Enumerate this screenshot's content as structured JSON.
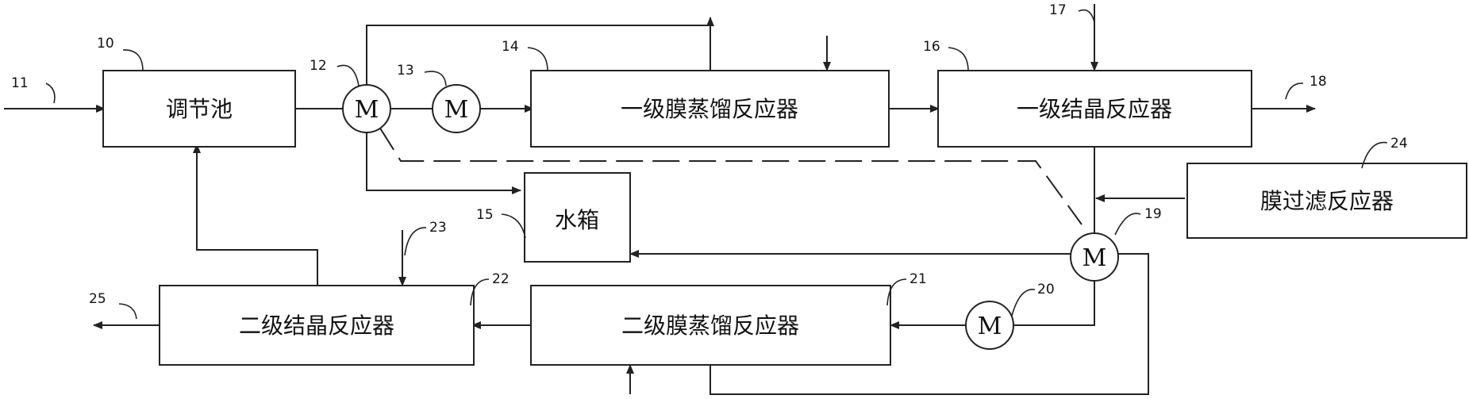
{
  "blocks": {
    "tiaojiechi": "调节池",
    "mdr1": "一级膜蒸馏反应器",
    "cr1": "一级结晶反应器",
    "shuixiang": "水箱",
    "mfr": "膜过滤反应器",
    "cr2": "二级结晶反应器",
    "mdr2": "二级膜蒸馏反应器"
  },
  "motor_symbol": "M",
  "refs": {
    "r10": "10",
    "r11": "11",
    "r12": "12",
    "r13": "13",
    "r14": "14",
    "r15": "15",
    "r16": "16",
    "r17": "17",
    "r18": "18",
    "r19": "19",
    "r20": "20",
    "r21": "21",
    "r22": "22",
    "r23": "23",
    "r24": "24",
    "r25": "25"
  }
}
